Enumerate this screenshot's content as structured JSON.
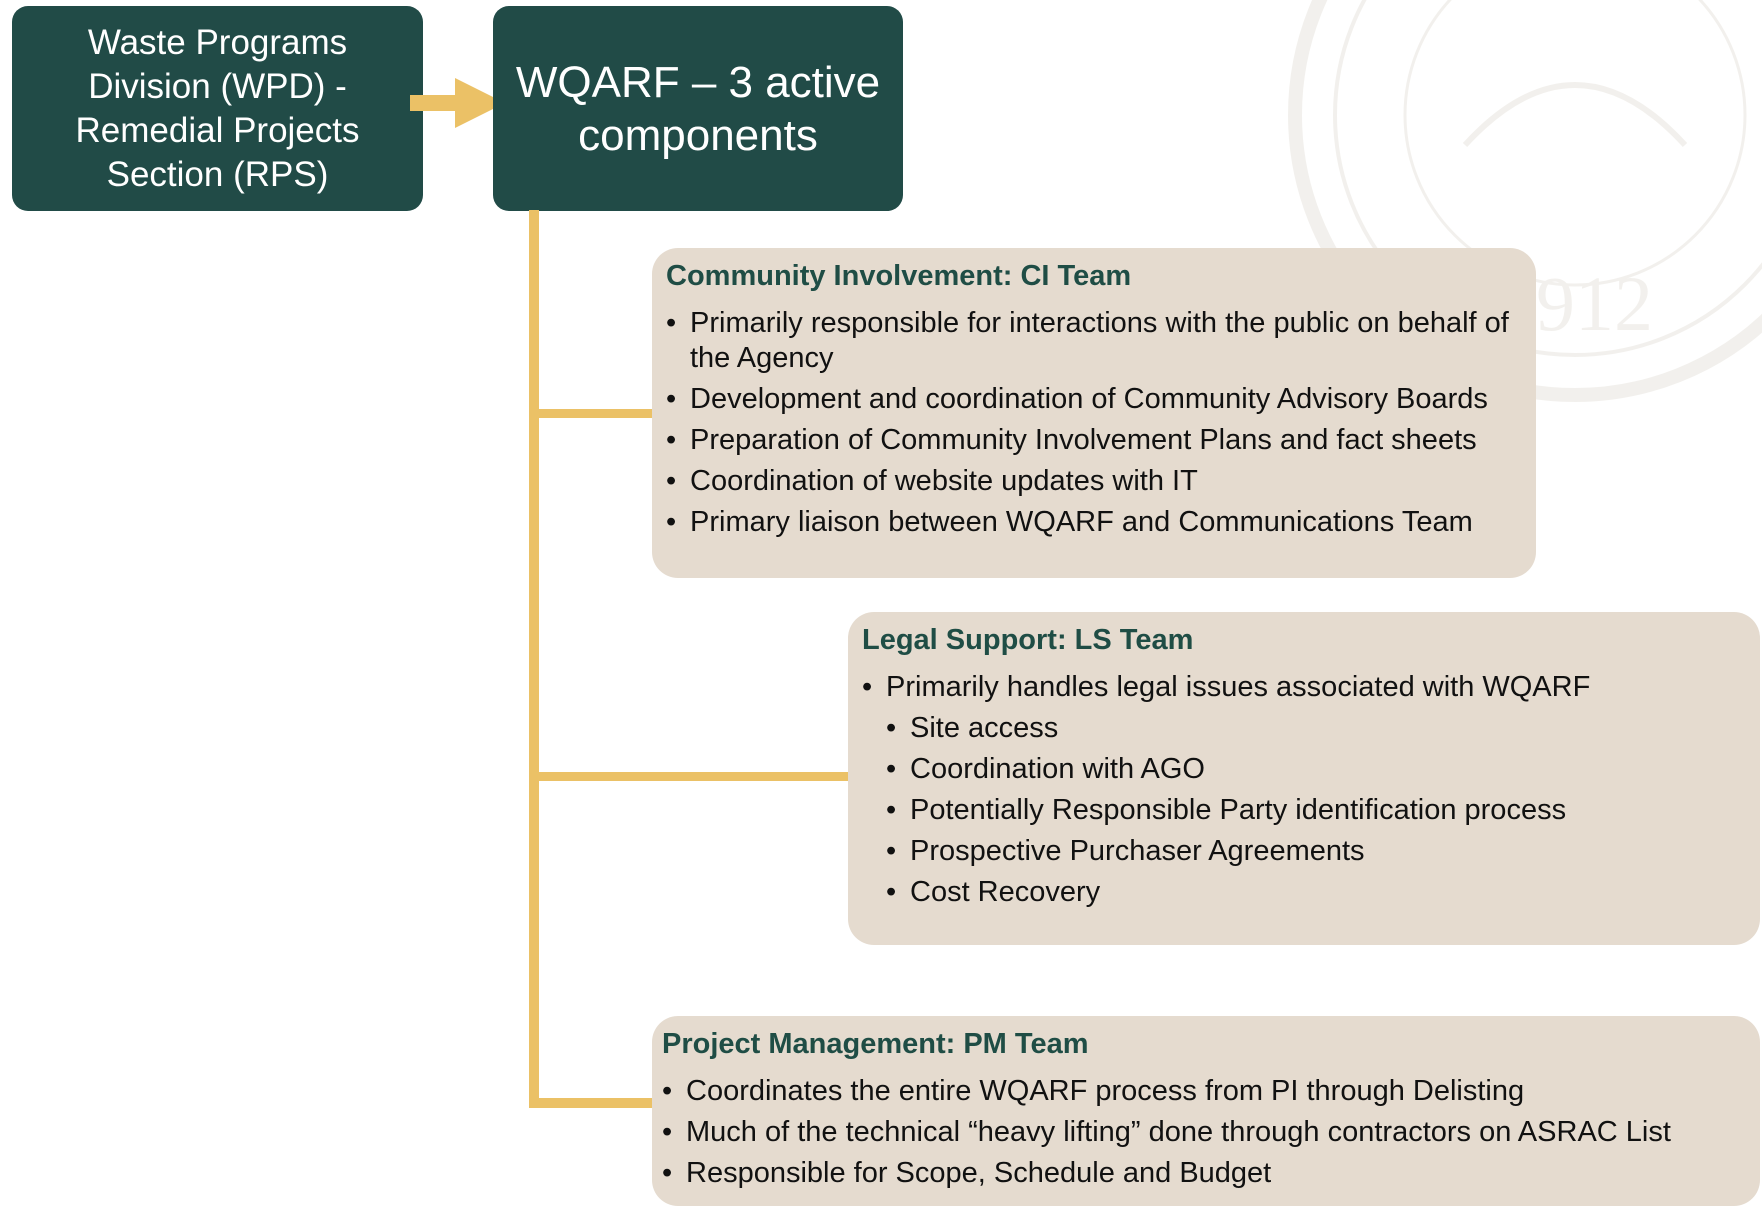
{
  "colors": {
    "dark_box": "#214b47",
    "connector": "#ebc166",
    "panel": "#e5dbcf",
    "panel_title": "#1f4d45"
  },
  "seal": {
    "year": "1912"
  },
  "boxes": {
    "wpd": "Waste Programs Division (WPD) - Remedial Projects Section (RPS)",
    "wqarf": "WQARF – 3 active components"
  },
  "panels": {
    "ci": {
      "title": "Community Involvement: CI Team",
      "items": [
        "Primarily responsible for interactions with the public on behalf of the Agency",
        "Development and coordination of Community Advisory Boards",
        "Preparation of Community Involvement Plans and fact sheets",
        "Coordination of website updates with IT",
        "Primary liaison between WQARF and Communications Team"
      ]
    },
    "ls": {
      "title": "Legal Support:  LS Team",
      "items": [
        "Primarily handles legal issues associated with WQARF",
        "Site access",
        "Coordination with AGO",
        "Potentially Responsible Party identification process",
        "Prospective Purchaser Agreements",
        "Cost Recovery"
      ]
    },
    "pm": {
      "title": "Project Management: PM Team",
      "items": [
        "Coordinates the entire WQARF process from PI through Delisting",
        "Much of the technical “heavy lifting” done through contractors on ASRAC List",
        "Responsible for Scope, Schedule and Budget"
      ]
    }
  }
}
